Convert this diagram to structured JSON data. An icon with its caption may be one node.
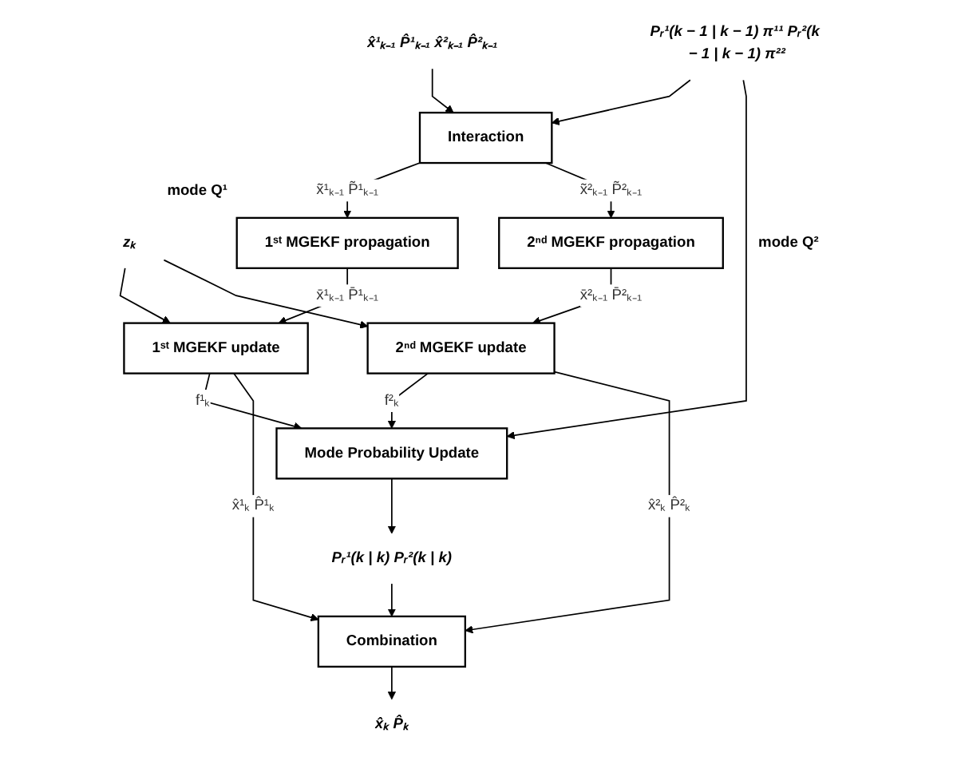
{
  "diagram": {
    "nodes": [
      {
        "text": [
          "x̂¹ₖ₋₁ P̂¹ₖ₋₁ x̂²ₖ₋₁ P̂²ₖ₋₁"
        ]
      },
      {
        "text": [
          "Interaction"
        ]
      },
      {
        "text": [
          "Pᵣ¹(k − 1 | k − 1) π¹¹ Pᵣ²(k − 1 | k − 1) π²²"
        ]
      },
      {
        "text": [
          "1ˢᵗ MGEKF propagation"
        ],
        "beside": [
          "mode Q¹"
        ]
      },
      {
        "text": [
          "2ⁿᵈ MGEKF propagation"
        ],
        "beside": [
          "mode Q²"
        ]
      },
      {
        "text": [
          "zₖ"
        ]
      },
      {
        "text": [
          "1ˢᵗ MGEKF update"
        ]
      },
      {
        "text": [
          "2ⁿᵈ MGEKF update"
        ]
      },
      {
        "text": [
          "Mode Probability Update"
        ]
      },
      {
        "text": [
          "Combination"
        ]
      },
      {
        "text": [
          "Pᵣ¹(k | k) Pᵣ²(k | k)"
        ]
      },
      {
        "text": [
          "x̂ₖ P̂ₖ"
        ]
      }
    ],
    "edges": [
      {
        "from": 0,
        "to": 1,
        "arrow": "to"
      },
      {
        "from": 2,
        "to": 1,
        "arrow": "to"
      },
      {
        "from": 2,
        "to": 8,
        "arrow": "to"
      },
      {
        "from": 1,
        "to": 3,
        "arrow": "to",
        "label": "x̃¹ₖ₋₁ P̃¹ₖ₋₁"
      },
      {
        "from": 1,
        "to": 4,
        "arrow": "to",
        "label": "x̃²ₖ₋₁ P̃²ₖ₋₁"
      },
      {
        "from": 3,
        "to": 6,
        "arrow": "to",
        "label": "x̄¹ₖ₋₁ P̄¹ₖ₋₁"
      },
      {
        "from": 4,
        "to": 7,
        "arrow": "to",
        "label": "x̄²ₖ₋₁ P̄²ₖ₋₁"
      },
      {
        "from": 5,
        "to": 6,
        "arrow": "to"
      },
      {
        "from": 5,
        "to": 7,
        "arrow": "to"
      },
      {
        "from": 6,
        "to": 8,
        "arrow": "to",
        "label": "f¹ₖ"
      },
      {
        "from": 7,
        "to": 8,
        "arrow": "to",
        "label": "f²ₖ"
      },
      {
        "from": 6,
        "to": 9,
        "arrow": "to",
        "label": "x̂¹ₖ P̂¹ₖ"
      },
      {
        "from": 7,
        "to": 9,
        "arrow": "to",
        "label": "x̂²ₖ P̂²ₖ"
      },
      {
        "from": 8,
        "to": 10,
        "arrow": "to"
      },
      {
        "from": 10,
        "to": 9,
        "arrow": "to"
      },
      {
        "from": 9,
        "to": 11,
        "arrow": "to"
      }
    ]
  }
}
